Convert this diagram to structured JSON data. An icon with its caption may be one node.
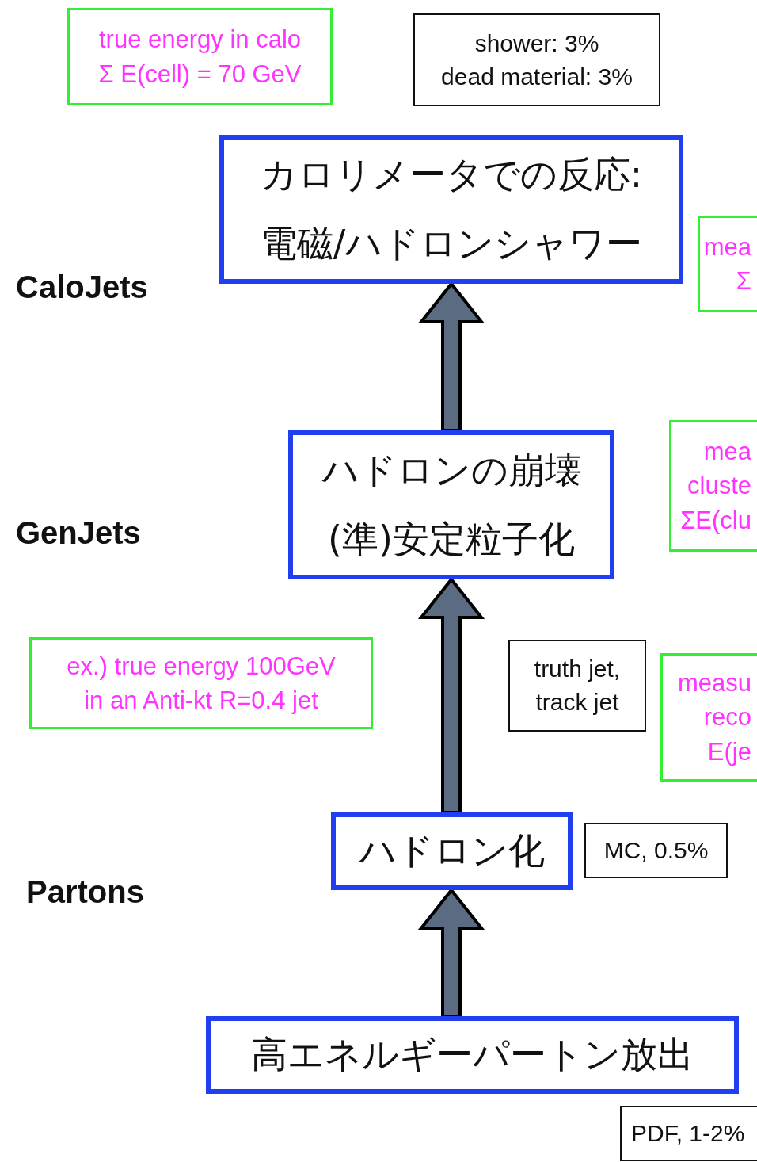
{
  "diagram": {
    "nodes": [
      {
        "text": [
          "true energy in calo",
          "Σ E(cell) = 70 GeV"
        ]
      },
      {
        "text": [
          "shower: 3%",
          "dead material: 3%"
        ]
      },
      {
        "text": [
          "カロリメータでの反応:",
          "電磁/ハドロンシャワー"
        ]
      },
      {
        "text": [
          "mea",
          "Σ"
        ]
      },
      {
        "text": [
          "ハドロンの崩壊",
          "(準)安定粒子化"
        ]
      },
      {
        "text": [
          "mea",
          "cluste",
          "ΣE(clu"
        ]
      },
      {
        "text": [
          "ex.) true energy 100GeV",
          "in an Anti-kt R=0.4 jet"
        ]
      },
      {
        "text": [
          "truth jet,",
          "track jet"
        ]
      },
      {
        "text": [
          "measu",
          "reco",
          "E(je"
        ]
      },
      {
        "text": [
          "ハドロン化"
        ]
      },
      {
        "text": [
          "MC, 0.5%"
        ]
      },
      {
        "text": [
          "高エネルギーパートン放出"
        ]
      },
      {
        "text": [
          "PDF, 1-2%"
        ]
      }
    ],
    "edges": [
      {
        "from": 11,
        "to": 9,
        "arrow": "to",
        "style": "thick"
      },
      {
        "from": 9,
        "to": 4,
        "arrow": "to",
        "style": "thick"
      },
      {
        "from": 4,
        "to": 2,
        "arrow": "to",
        "style": "thick"
      }
    ],
    "labels": [
      "CaloJets",
      "GenJets",
      "Partons"
    ]
  }
}
